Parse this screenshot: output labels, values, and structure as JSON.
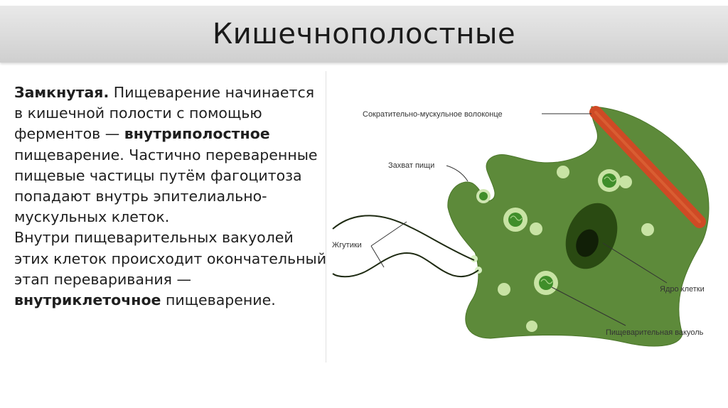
{
  "title": "Кишечнополостные",
  "text": {
    "p1_lead": "Замкнутая.",
    "p1_a": " Пищеварение начинается в кишечной полости с помощью ферментов — ",
    "p1_bold": "внутриполостное",
    "p1_b": " пищеварение. Частично переваренные пищевые частицы путём фагоцитоза попадают внутрь эпителиально-мускульных клеток.",
    "p2_a": "Внутри пищеварительных вакуолей этих клеток происходит окончательный этап переваривания — ",
    "p2_bold": "внутриклеточное",
    "p2_b": " пищеварение."
  },
  "diagram": {
    "labels": {
      "fiber": "Сократительно-мускульное волоконце",
      "capture": "Захват пищи",
      "flagella": "Жгутики",
      "nucleus": "Ядро клетки",
      "vacuole": "Пищеварительная вакуоль"
    },
    "colors": {
      "cell_body": "#5d8a3a",
      "cell_edge": "#3f6b22",
      "muscle_fiber": "#cf4a25",
      "nucleus": "#2a4a12",
      "nucleolus": "#111f07",
      "vacuole": "#c8e3a4",
      "food": "#3f8e2a"
    }
  }
}
